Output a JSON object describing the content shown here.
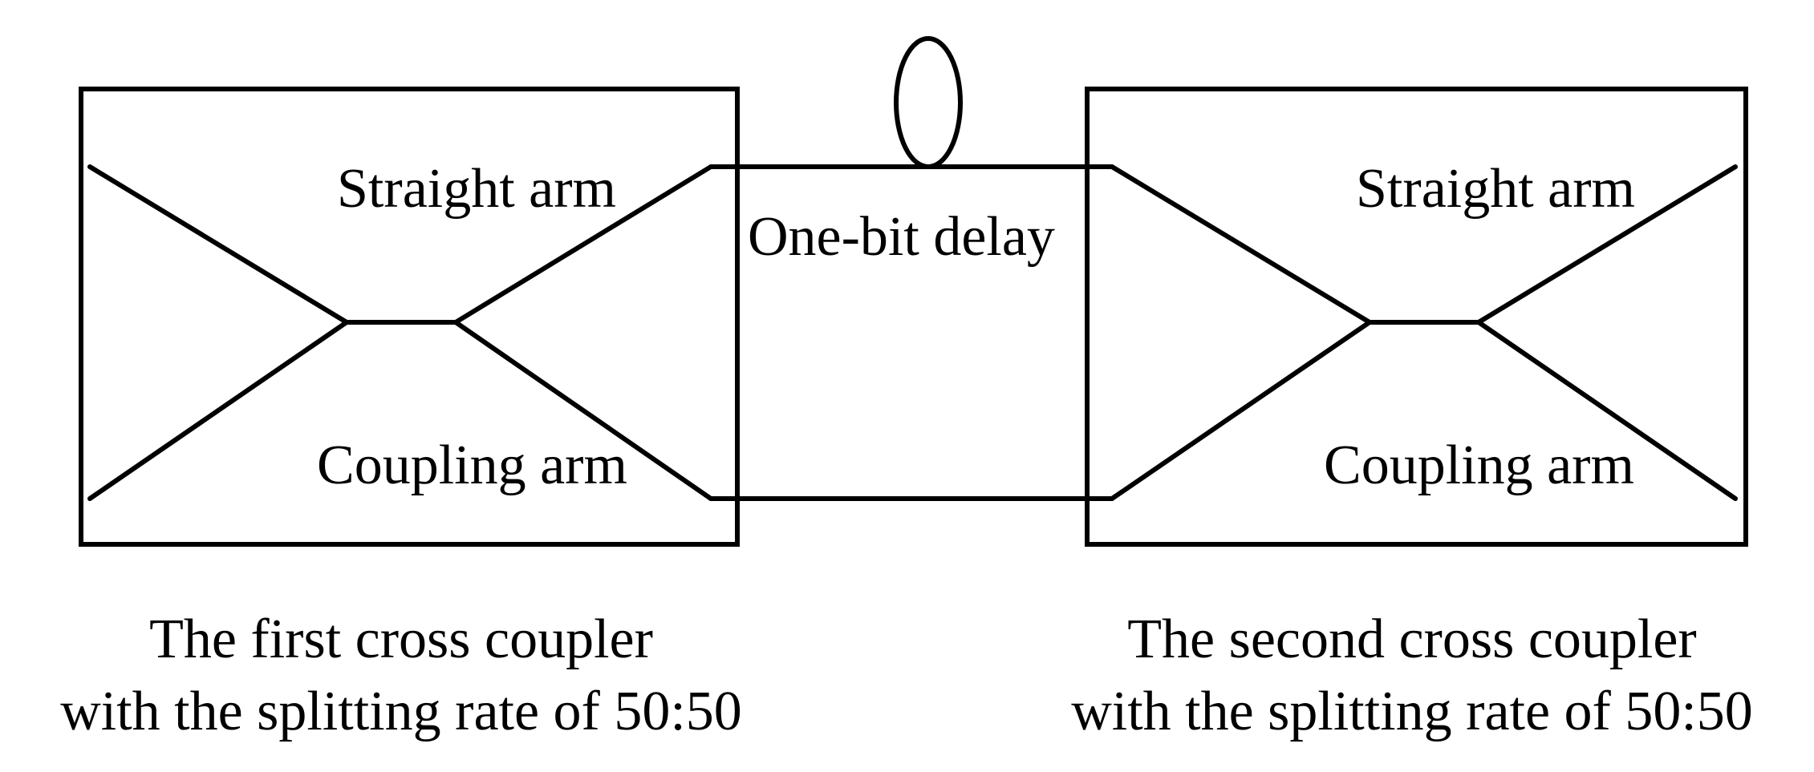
{
  "delay_label": "One-bit delay",
  "coupler_left": {
    "straight_arm": "Straight arm",
    "coupling_arm": "Coupling arm",
    "caption_line1": "The first cross coupler",
    "caption_line2": "with the splitting rate of 50:50"
  },
  "coupler_right": {
    "straight_arm": "Straight arm",
    "coupling_arm": "Coupling arm",
    "caption_line1": "The second cross coupler",
    "caption_line2": "with the splitting rate of 50:50"
  }
}
